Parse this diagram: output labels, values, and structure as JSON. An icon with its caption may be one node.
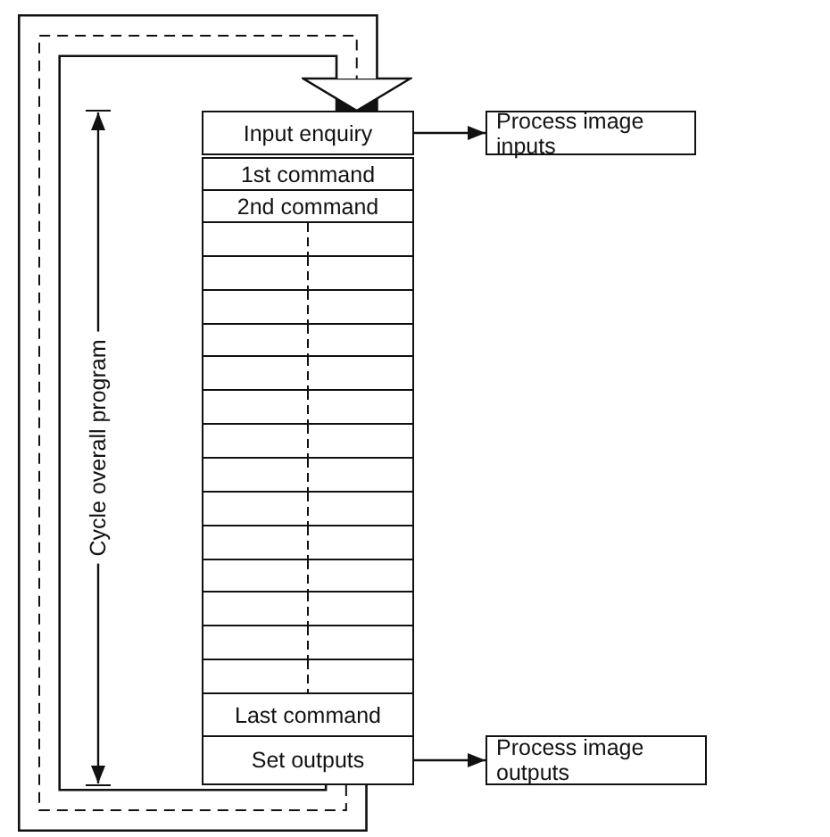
{
  "diagram": {
    "nodes": [
      {
        "text": [
          "Input enquiry"
        ]
      },
      {
        "text": [
          "1st command"
        ]
      },
      {
        "text": [
          "2nd command"
        ]
      },
      {
        "text": [],
        "shape": "box"
      },
      {
        "text": [],
        "shape": "box"
      },
      {
        "text": [],
        "shape": "box"
      },
      {
        "text": [],
        "shape": "box"
      },
      {
        "text": [],
        "shape": "box"
      },
      {
        "text": [],
        "shape": "box"
      },
      {
        "text": [],
        "shape": "box"
      },
      {
        "text": [],
        "shape": "box"
      },
      {
        "text": [],
        "shape": "box"
      },
      {
        "text": [],
        "shape": "box"
      },
      {
        "text": [],
        "shape": "box"
      },
      {
        "text": [],
        "shape": "box"
      },
      {
        "text": [],
        "shape": "box"
      },
      {
        "text": [],
        "shape": "box"
      },
      {
        "text": [
          "Last command"
        ]
      },
      {
        "text": [
          "Set outputs"
        ]
      },
      {
        "text": [
          "Process image inputs"
        ]
      },
      {
        "text": [
          "Process image outputs"
        ]
      }
    ],
    "edges": [
      {
        "from": 0,
        "to": 19,
        "arrow": "to"
      },
      {
        "from": 18,
        "to": 20,
        "arrow": "to"
      },
      {
        "from": 18,
        "to": 0,
        "arrow": "to",
        "style": "thick"
      }
    ],
    "labels": [
      "Cycle overall program"
    ]
  }
}
